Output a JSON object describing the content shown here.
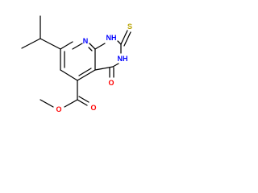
{
  "molecule": {
    "atoms": {
      "n8": "N",
      "n1": "NH",
      "n3": "NH",
      "s": "S",
      "o4": "O",
      "o_ester": "O",
      "o_carbonyl": "O"
    },
    "colors": {
      "bond": "#000000",
      "nitrogen": "#0000ff",
      "oxygen": "#ff0000",
      "sulfur": "#b8a300"
    }
  }
}
